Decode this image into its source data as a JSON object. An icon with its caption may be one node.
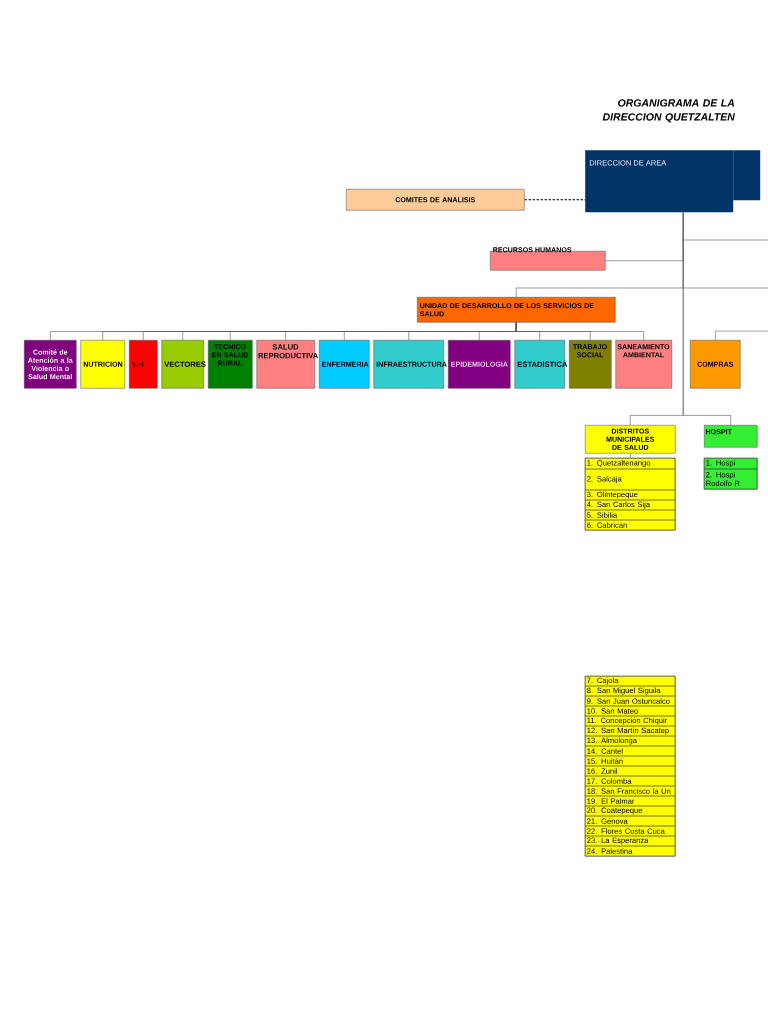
{
  "diagram": {
    "title": "ORGANIGRAMA DE LA DIRECCION QUETZALTEN",
    "nodes": [
      {
        "text": [
          "DIRECCION DE AREA"
        ]
      },
      {
        "text": [
          "COMITES DE ANALISIS"
        ]
      },
      {
        "text": [
          "RECURSOS HUMANOS"
        ]
      },
      {
        "text": [
          "UNIDAD DE DESARROLLO DE LOS SERVICIOS DE SALUD"
        ]
      },
      {
        "text": [
          "Comité de Atención a la Violencia o Salud Mental"
        ]
      },
      {
        "text": [
          "NUTRICION"
        ]
      },
      {
        "text": [
          "VIH"
        ]
      },
      {
        "text": [
          "VECTORES"
        ]
      },
      {
        "text": [
          "TECNICO EN SALUD RURAL"
        ]
      },
      {
        "text": [
          "SALUD REPRODUCTIVA"
        ]
      },
      {
        "text": [
          "ENFERMERIA"
        ]
      },
      {
        "text": [
          "INFRAESTRUCTURA"
        ]
      },
      {
        "text": [
          "EPIDEMIOLOGIA"
        ]
      },
      {
        "text": [
          "ESTADISTICA"
        ]
      },
      {
        "text": [
          "TRABAJO SOCIAL"
        ]
      },
      {
        "text": [
          "SANEAMIENTO AMBIENTAL"
        ]
      },
      {
        "text": [
          "COMPRAS"
        ]
      },
      {
        "text": [
          "DISTRITOS MUNICIPALES DE SALUD"
        ]
      },
      {
        "text": [
          "HOSPIT"
        ]
      },
      {
        "text": [
          "1. Hospi",
          "2. Hospi Rodolfo R"
        ]
      },
      {
        "text": [
          "1. Quetzaltenango",
          "2. Salcaja",
          "3. Olintepeque",
          "4. San Carlos Sija",
          "5. Sibilia",
          "6. Cabrican"
        ]
      },
      {
        "text": [
          "7. Cajola",
          "8. San Miguel Siguila",
          "9. San Juan Ostuncalco",
          "10. San Mateo",
          "11. Concepción Chiquir",
          "12. San Martín Sacatep",
          "13. Almolonga",
          "14. Cantel",
          "15. Huitán",
          "16. Zunil",
          "17. Colomba",
          "18. San Francisco la Un",
          "19. El Palmar",
          "20. Coatepeque",
          "21. Génova",
          "22. Flores Costa Cuca",
          "23. La Esperanza",
          "24. Palestina"
        ]
      }
    ],
    "edges": [
      {
        "from": 1,
        "to": 0,
        "arrow": "none",
        "style": "dashed"
      },
      {
        "from": 0,
        "to": 2,
        "arrow": "none"
      },
      {
        "from": 0,
        "to": 3,
        "arrow": "none"
      },
      {
        "from": 3,
        "to": 4,
        "arrow": "none"
      },
      {
        "from": 3,
        "to": 5,
        "arrow": "none"
      },
      {
        "from": 3,
        "to": 6,
        "arrow": "none"
      },
      {
        "from": 3,
        "to": 7,
        "arrow": "none"
      },
      {
        "from": 3,
        "to": 8,
        "arrow": "none"
      },
      {
        "from": 3,
        "to": 9,
        "arrow": "none"
      },
      {
        "from": 3,
        "to": 10,
        "arrow": "none"
      },
      {
        "from": 3,
        "to": 11,
        "arrow": "none"
      },
      {
        "from": 3,
        "to": 12,
        "arrow": "none"
      },
      {
        "from": 3,
        "to": 13,
        "arrow": "none"
      },
      {
        "from": 3,
        "to": 14,
        "arrow": "none"
      },
      {
        "from": 3,
        "to": 15,
        "arrow": "none"
      },
      {
        "from": null,
        "to": 16,
        "arrow": "none"
      },
      {
        "from": 0,
        "to": 17,
        "arrow": "none"
      },
      {
        "from": 0,
        "to": 18,
        "arrow": "none"
      },
      {
        "from": 17,
        "to": 20,
        "arrow": "none"
      }
    ]
  }
}
